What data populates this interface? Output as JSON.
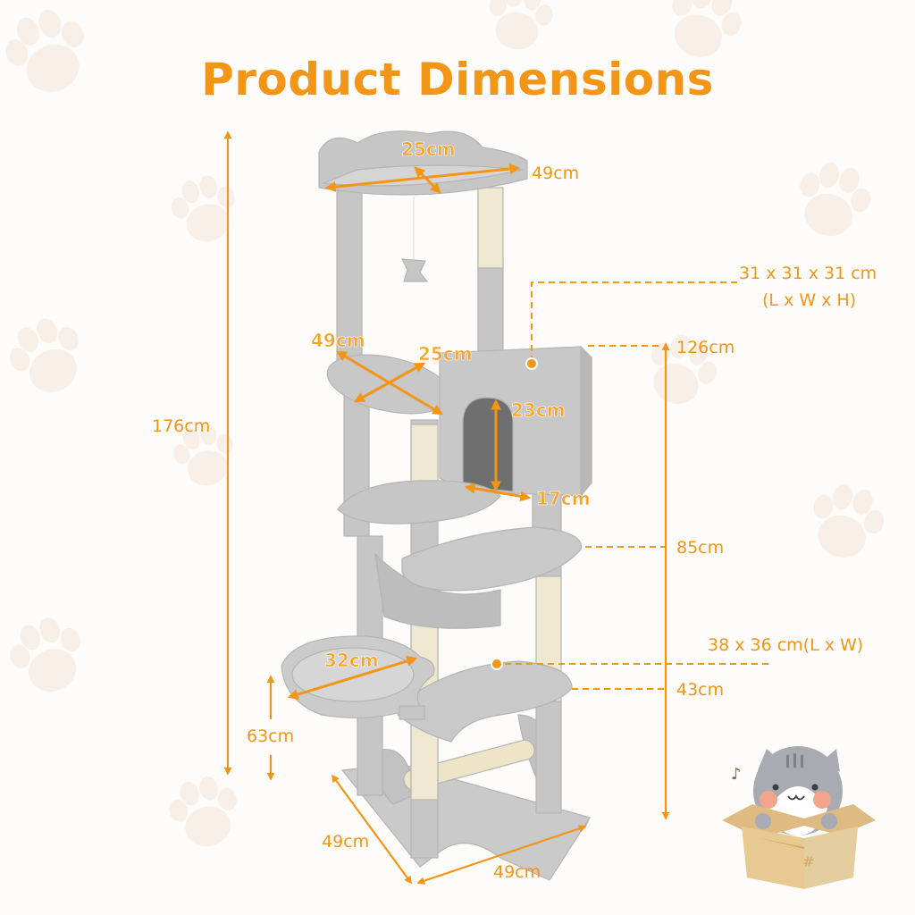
{
  "header": {
    "title": "Product Dimensions"
  },
  "colors": {
    "accent": "#f39516",
    "background": "#fefcfa",
    "plush": "#c4c4c4",
    "sisal": "#efe7cf",
    "paw": "#f7ece4"
  },
  "dimensions": {
    "total_height": "176cm",
    "top_perch_depth": "25cm",
    "top_perch_width": "49cm",
    "condo_size": "31 x 31 x 31 cm",
    "condo_size_note": "(L x W x H)",
    "condo_level_height": "126cm",
    "mid_perch_width": "49cm",
    "mid_perch_depth": "25cm",
    "condo_door_height": "23cm",
    "condo_door_width": "17cm",
    "platform_level_height": "85cm",
    "lower_platform_size": "38 x 36 cm(L x W)",
    "lower_platform_height": "43cm",
    "basket_diameter": "32cm",
    "basket_height": "63cm",
    "base_depth": "49cm",
    "base_width": "49cm"
  },
  "decorations": {
    "mascot": "cat-in-cardboard-box",
    "mascot_box_mark": "#",
    "music_note": "♪",
    "background_pattern": "paw-prints"
  }
}
